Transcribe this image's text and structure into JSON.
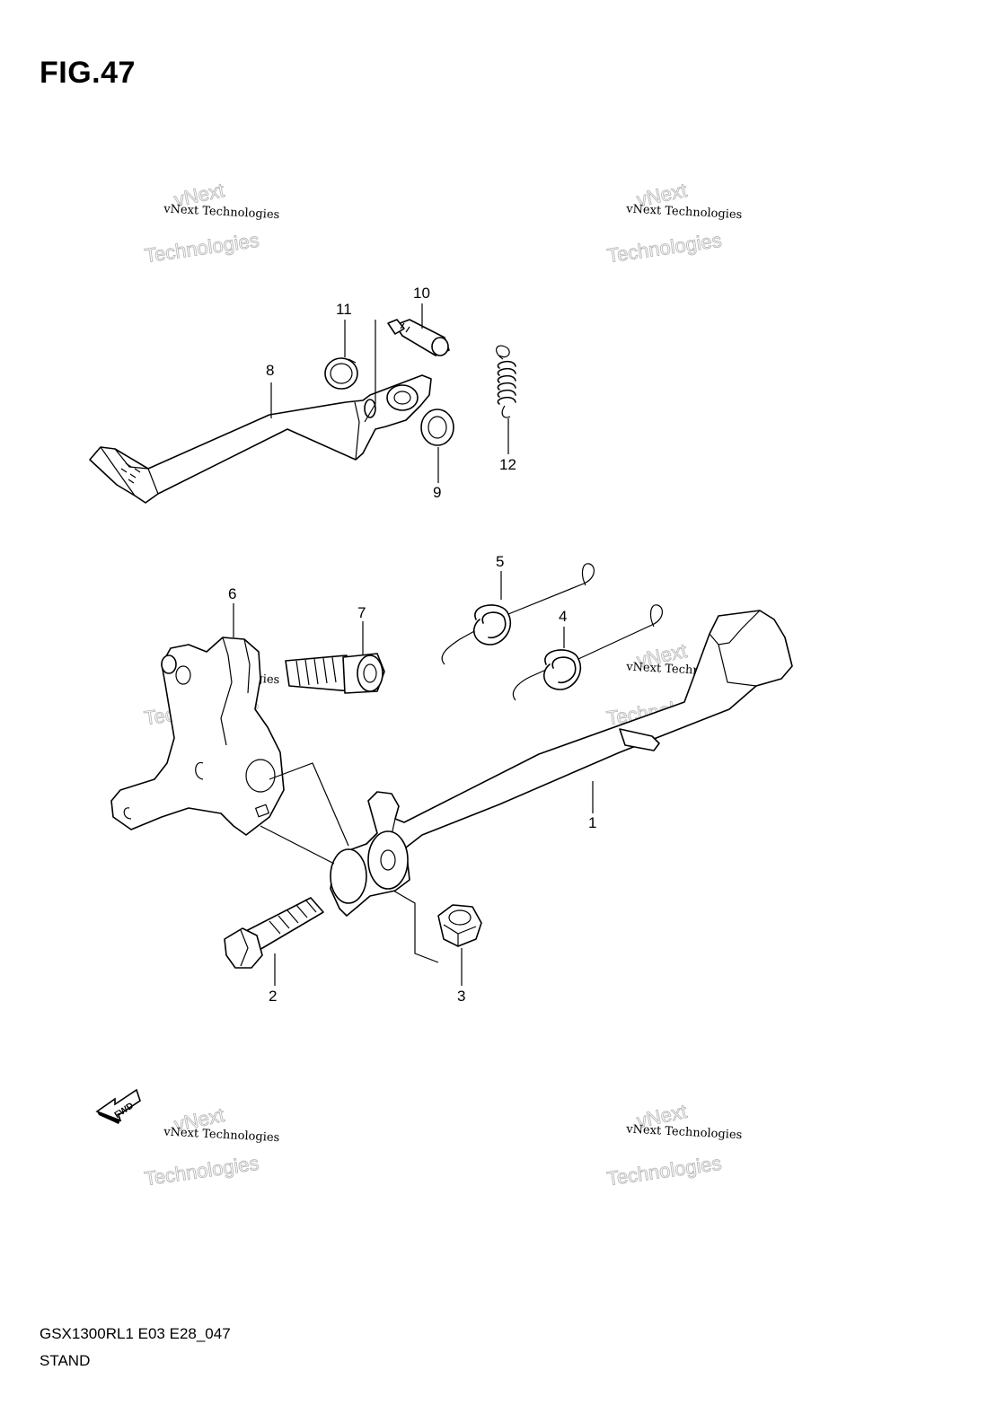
{
  "figure": {
    "title": "FIG.47"
  },
  "callouts": [
    "1",
    "2",
    "3",
    "4",
    "5",
    "6",
    "7",
    "8",
    "9",
    "10",
    "11",
    "12"
  ],
  "fwd_arrow": {
    "label": "FWD"
  },
  "watermark": {
    "line1": "vNext",
    "line2": "vNext Technologies",
    "line3": "Technologies"
  },
  "footer": {
    "model_code": "GSX1300RL1 E03 E28_047",
    "section_name": "STAND"
  }
}
